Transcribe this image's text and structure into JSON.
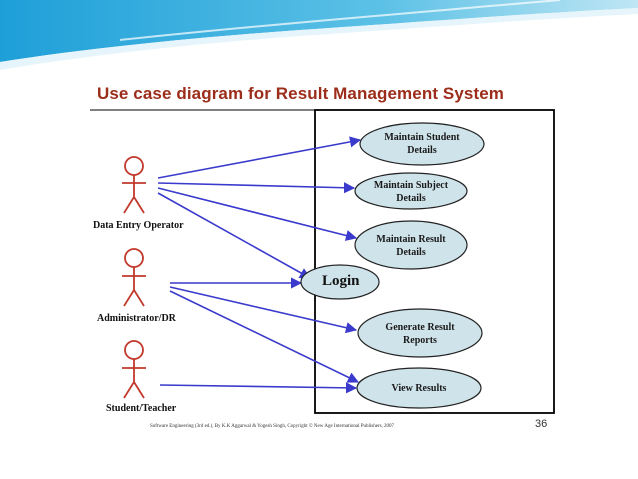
{
  "slide": {
    "title": "Use case diagram for Result Management System",
    "footer": "Software Engineering (3rd ed.), By K.K Aggarwal & Yogesh Singh, Copyright © New Age International Publishers, 2007",
    "page_number": "36"
  },
  "actors": [
    {
      "label": "Data Entry Operator"
    },
    {
      "label": "Administrator/DR"
    },
    {
      "label": "Student/Teacher"
    }
  ],
  "use_cases": [
    {
      "line1": "Maintain Student",
      "line2": "Details"
    },
    {
      "line1": "Maintain Subject",
      "line2": "Details"
    },
    {
      "line1": "Maintain Result",
      "line2": "Details"
    },
    {
      "line1": "Login"
    },
    {
      "line1": "Generate Result",
      "line2": "Reports"
    },
    {
      "line1": "View Results"
    }
  ],
  "colors": {
    "title": "#9b2d1a",
    "actor": "#c0392b",
    "association": "#3a3acc",
    "use_case_fill": "#cfe3ea",
    "banner": "#2aa3d6"
  }
}
